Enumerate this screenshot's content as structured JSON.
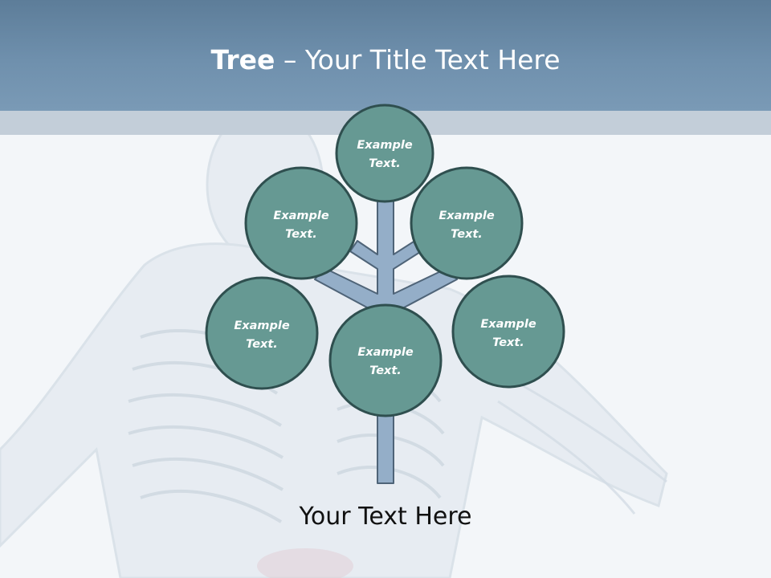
{
  "title": {
    "bold_part": "Tree",
    "rest": " – Your Title Text Here"
  },
  "nodes": [
    {
      "label_line1": "Example",
      "label_line2": "Text."
    },
    {
      "label_line1": "Example",
      "label_line2": "Text."
    },
    {
      "label_line1": "Example",
      "label_line2": "Text."
    },
    {
      "label_line1": "Example",
      "label_line2": "Text."
    },
    {
      "label_line1": "Example",
      "label_line2": "Text."
    },
    {
      "label_line1": "Example",
      "label_line2": "Text."
    }
  ],
  "caption": "Your Text Here",
  "colors": {
    "header": "#6f90ad",
    "node_fill": "#669993",
    "node_stroke": "#2f4f4f",
    "trunk_fill": "#94aec8",
    "trunk_stroke": "#4f6478"
  }
}
